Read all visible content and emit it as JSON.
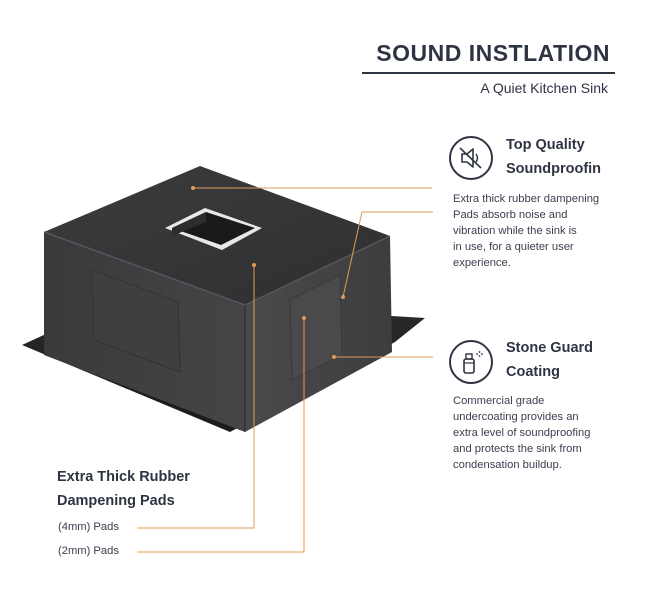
{
  "header": {
    "title": "SOUND INSTLATION",
    "subtitle": "A Quiet Kitchen Sink"
  },
  "features": [
    {
      "icon": "muted-speaker-icon",
      "title_line1": "Top Quality",
      "title_line2": "Soundproofin",
      "body": [
        "Extra thick rubber dampening",
        "Pads absorb noise and",
        "vibration while the sink is",
        "in use, for a quieter user",
        "experience."
      ]
    },
    {
      "icon": "spray-can-icon",
      "title_line1": "Stone Guard",
      "title_line2": "Coating",
      "body": [
        "Commercial grade",
        "undercoating provides an",
        "extra level of soundproofing",
        "and protects the sink from",
        "condensation buildup."
      ]
    }
  ],
  "pads": {
    "title_line1": "Extra Thick Rubber",
    "title_line2": "Dampening Pads",
    "items": [
      "(4mm) Pads",
      "(2mm) Pads"
    ]
  },
  "colors": {
    "text": "#2f3443",
    "leader_line": "#e39a54",
    "sink_body": "#3b3b3d"
  }
}
